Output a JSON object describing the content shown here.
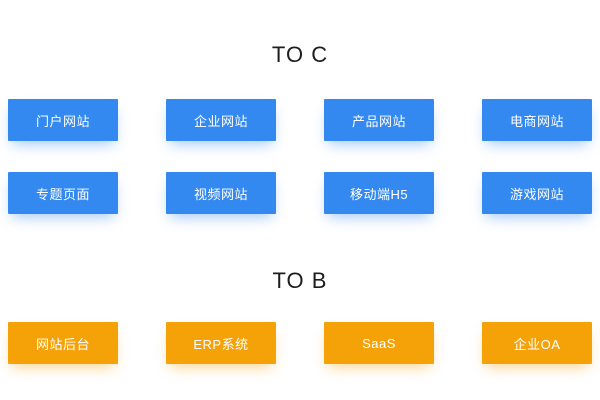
{
  "sections": [
    {
      "heading": "TO C",
      "accent_color": "#3389ef",
      "rows": [
        {
          "cards": [
            {
              "label": "门户网站"
            },
            {
              "label": "企业网站"
            },
            {
              "label": "产品网站"
            },
            {
              "label": "电商网站"
            }
          ]
        },
        {
          "cards": [
            {
              "label": "专题页面"
            },
            {
              "label": "视频网站"
            },
            {
              "label": "移动端H5"
            },
            {
              "label": "游戏网站"
            }
          ]
        }
      ]
    },
    {
      "heading": "TO B",
      "accent_color": "#f5a209",
      "rows": [
        {
          "cards": [
            {
              "label": "网站后台"
            },
            {
              "label": "ERP系统"
            },
            {
              "label": "SaaS"
            },
            {
              "label": "企业OA"
            }
          ]
        }
      ]
    }
  ],
  "background_color": "#ffffff",
  "heading_color": "#1d1d1f"
}
